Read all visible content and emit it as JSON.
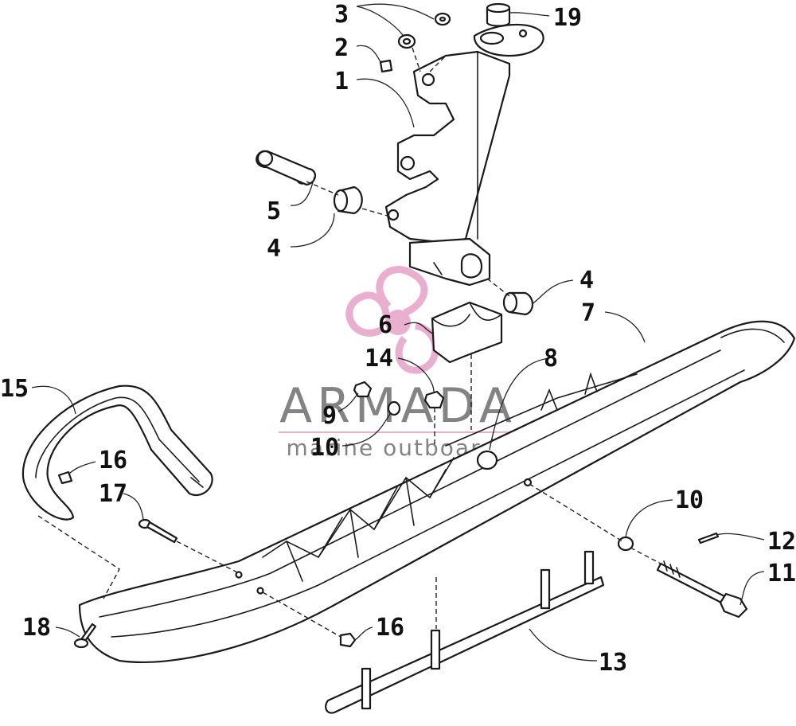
{
  "diagram": {
    "callouts": [
      {
        "id": "c1",
        "label": "1"
      },
      {
        "id": "c2",
        "label": "2"
      },
      {
        "id": "c3",
        "label": "3"
      },
      {
        "id": "c4a",
        "label": "4"
      },
      {
        "id": "c4b",
        "label": "4"
      },
      {
        "id": "c5",
        "label": "5"
      },
      {
        "id": "c6",
        "label": "6"
      },
      {
        "id": "c7",
        "label": "7"
      },
      {
        "id": "c8",
        "label": "8"
      },
      {
        "id": "c9",
        "label": "9"
      },
      {
        "id": "c10a",
        "label": "10"
      },
      {
        "id": "c10b",
        "label": "10"
      },
      {
        "id": "c11",
        "label": "11"
      },
      {
        "id": "c12",
        "label": "12"
      },
      {
        "id": "c13",
        "label": "13"
      },
      {
        "id": "c14",
        "label": "14"
      },
      {
        "id": "c15",
        "label": "15"
      },
      {
        "id": "c16a",
        "label": "16"
      },
      {
        "id": "c16b",
        "label": "16"
      },
      {
        "id": "c17",
        "label": "17"
      },
      {
        "id": "c18",
        "label": "18"
      },
      {
        "id": "c19",
        "label": "19"
      }
    ]
  },
  "watermark": {
    "brand": "ARMADA",
    "tagline": "marine outboards",
    "brand_color": "#6e6e6e",
    "logo_color": "#e7a1c6",
    "logo_icon": "propeller-icon"
  }
}
